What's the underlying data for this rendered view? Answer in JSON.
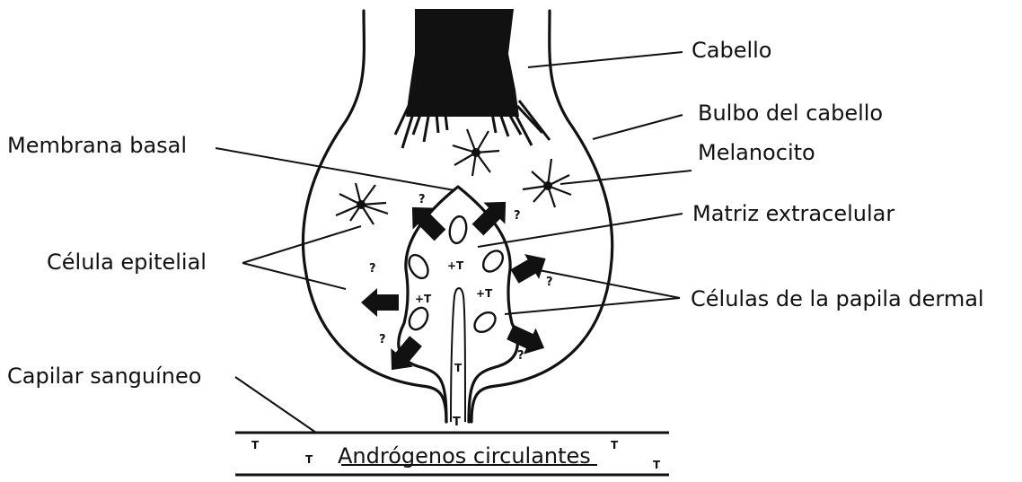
{
  "labels": {
    "cabello": "Cabello",
    "bulbo": "Bulbo del cabello",
    "melanocito": "Melanocito",
    "membrana": "Membrana basal",
    "matriz": "Matriz extracelular",
    "epitelial": "Célula epitelial",
    "papila": "Células de la papila dermal",
    "capilar": "Capilar sanguíneo",
    "androgenos": "Andrógenos circulantes"
  },
  "markers": {
    "question": "?",
    "plus_t": "+T",
    "t": "T"
  }
}
